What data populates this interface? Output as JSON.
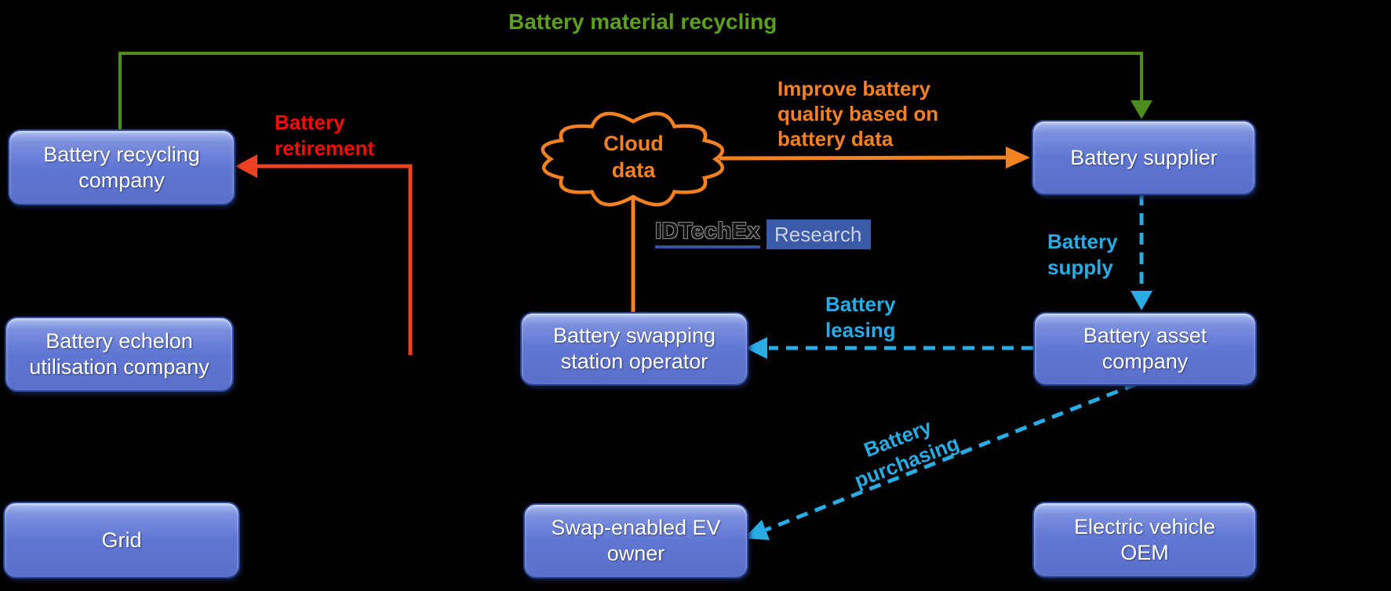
{
  "nodes": {
    "recycling": {
      "label": "Battery recycling\ncompany"
    },
    "echelon": {
      "label": "Battery echelon\nutilisation company"
    },
    "grid": {
      "label": "Grid"
    },
    "swapping": {
      "label": "Battery swapping\nstation operator"
    },
    "ev_owner": {
      "label": "Swap-enabled EV\nowner"
    },
    "supplier": {
      "label": "Battery supplier"
    },
    "asset": {
      "label": "Battery asset\ncompany"
    },
    "oem": {
      "label": "Electric vehicle\nOEM"
    }
  },
  "cloud": {
    "label": "Cloud\ndata"
  },
  "logo": {
    "brand": "IDTechEx",
    "suffix": "Research"
  },
  "edges": {
    "material_recycling": {
      "label": "Battery material recycling",
      "label_color": "#5d9e21",
      "line_color": "#4e8c1c",
      "style": "solid"
    },
    "retirement": {
      "label": "Battery\nretirement",
      "label_color": "#fb0b07",
      "line_color": "#ee4023",
      "style": "solid"
    },
    "improve_quality": {
      "label": "Improve battery\nquality based on\nbattery data",
      "label_color": "#f58220",
      "line_color": "#f58220",
      "style": "solid"
    },
    "supply": {
      "label": "Battery\nsupply",
      "label_color": "#29ace4",
      "line_color": "#29ace4",
      "style": "dashed"
    },
    "leasing": {
      "label": "Battery\nleasing",
      "label_color": "#29ace4",
      "line_color": "#29ace4",
      "style": "dashed"
    },
    "purchasing": {
      "label": "Battery\npurchasing",
      "label_color": "#29ace4",
      "line_color": "#29ace4",
      "style": "dashed"
    }
  },
  "colors": {
    "background": "#000000",
    "box_fill_top": "#a9bcf0",
    "box_fill_bottom": "#5a6fc8",
    "box_border": "#2a4494",
    "box_text": "#ffffff",
    "logo_underline": "#3552a3",
    "logo_badge": "#3b5aa8"
  }
}
